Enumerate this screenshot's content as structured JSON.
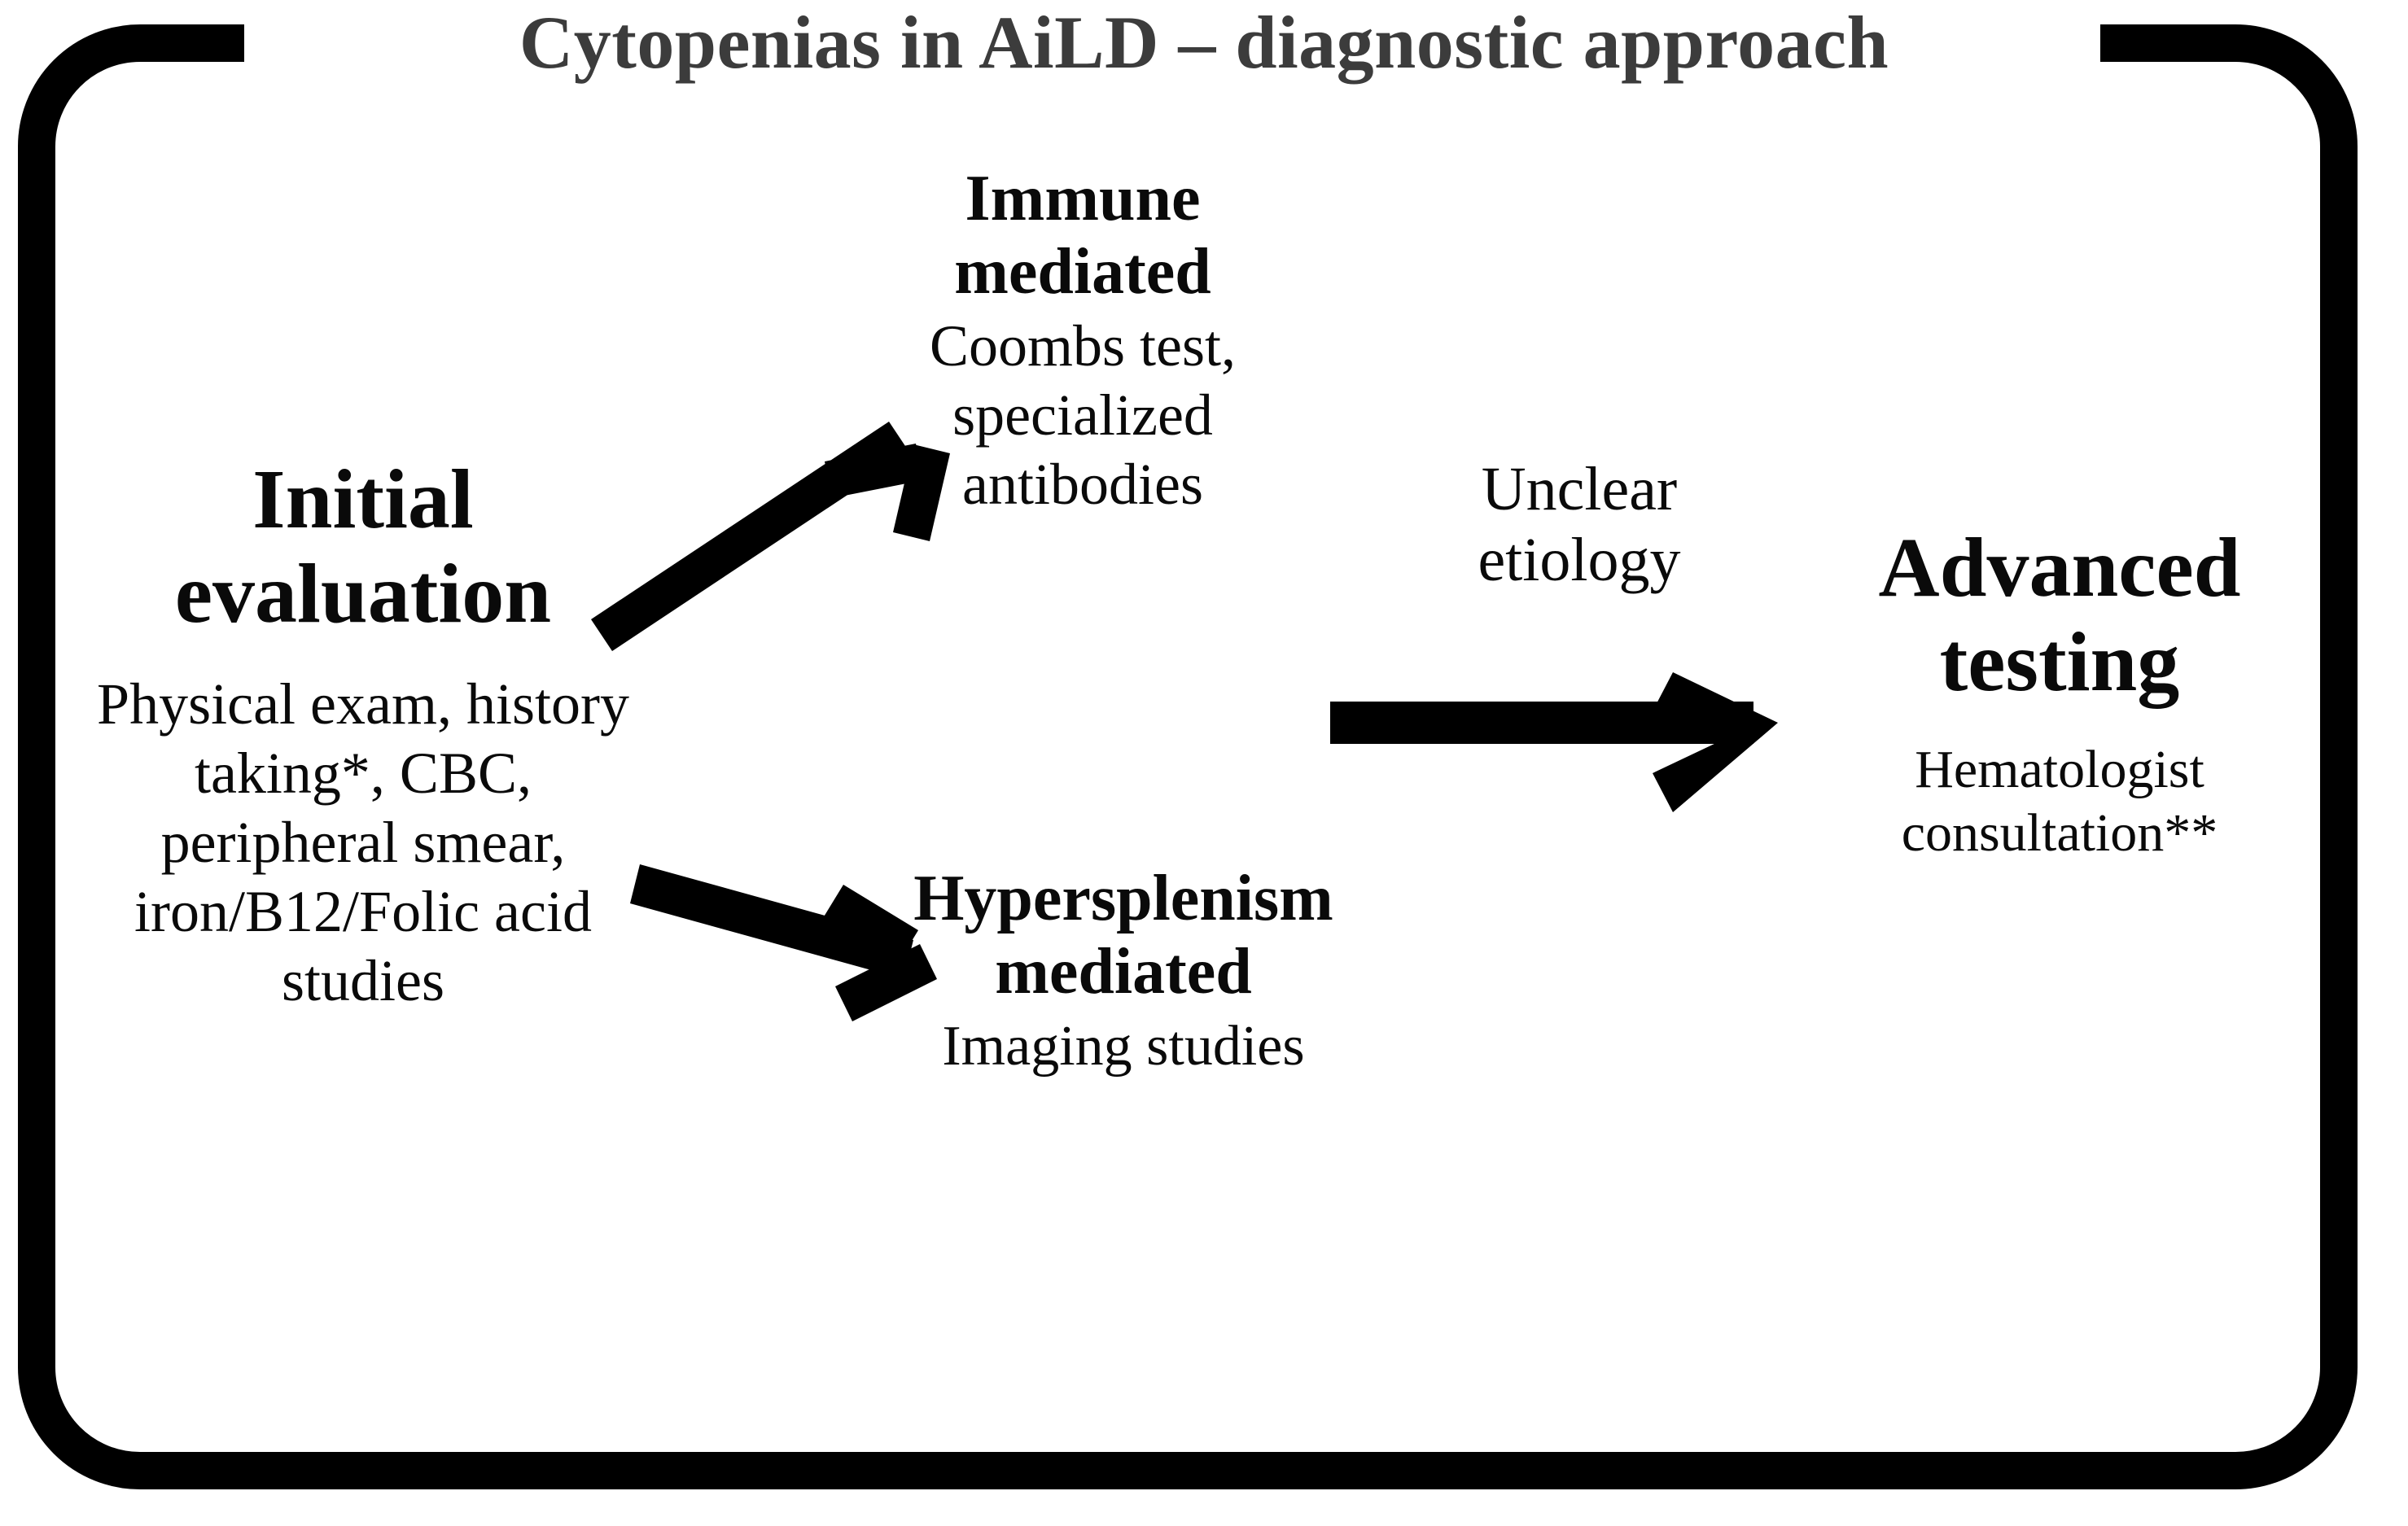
{
  "figure": {
    "title": "Cytopenias in AiLD – diagnostic approach",
    "background_color": "#ffffff",
    "frame_color": "#000000",
    "title_color": "#3c3c3c",
    "text_color": "#0a0a0a"
  },
  "nodes": {
    "initial": {
      "heading": "Initial evaluation",
      "detail": "Physical exam, history taking*, CBC, peripheral smear, iron/B12/Folic acid studies"
    },
    "immune": {
      "heading": "Immune mediated",
      "detail": "Coombs test, specialized antibodies"
    },
    "hypersplenism": {
      "heading": "Hypersplenism mediated",
      "detail": "Imaging studies"
    },
    "advanced": {
      "heading": "Advanced testing",
      "detail": "Hematologist consultation**"
    }
  },
  "edges": [
    {
      "from": "initial",
      "to": "immune",
      "label": ""
    },
    {
      "from": "initial",
      "to": "hypersplenism",
      "label": ""
    },
    {
      "from": "immune",
      "to": "advanced",
      "label": "Unclear etiology"
    }
  ],
  "labels": {
    "unclear_etiology": "Unclear\netiology"
  },
  "icons": {
    "arrow_up_right": "arrow-up-right-icon",
    "arrow_down_right": "arrow-down-right-icon",
    "arrow_right": "arrow-right-icon"
  }
}
